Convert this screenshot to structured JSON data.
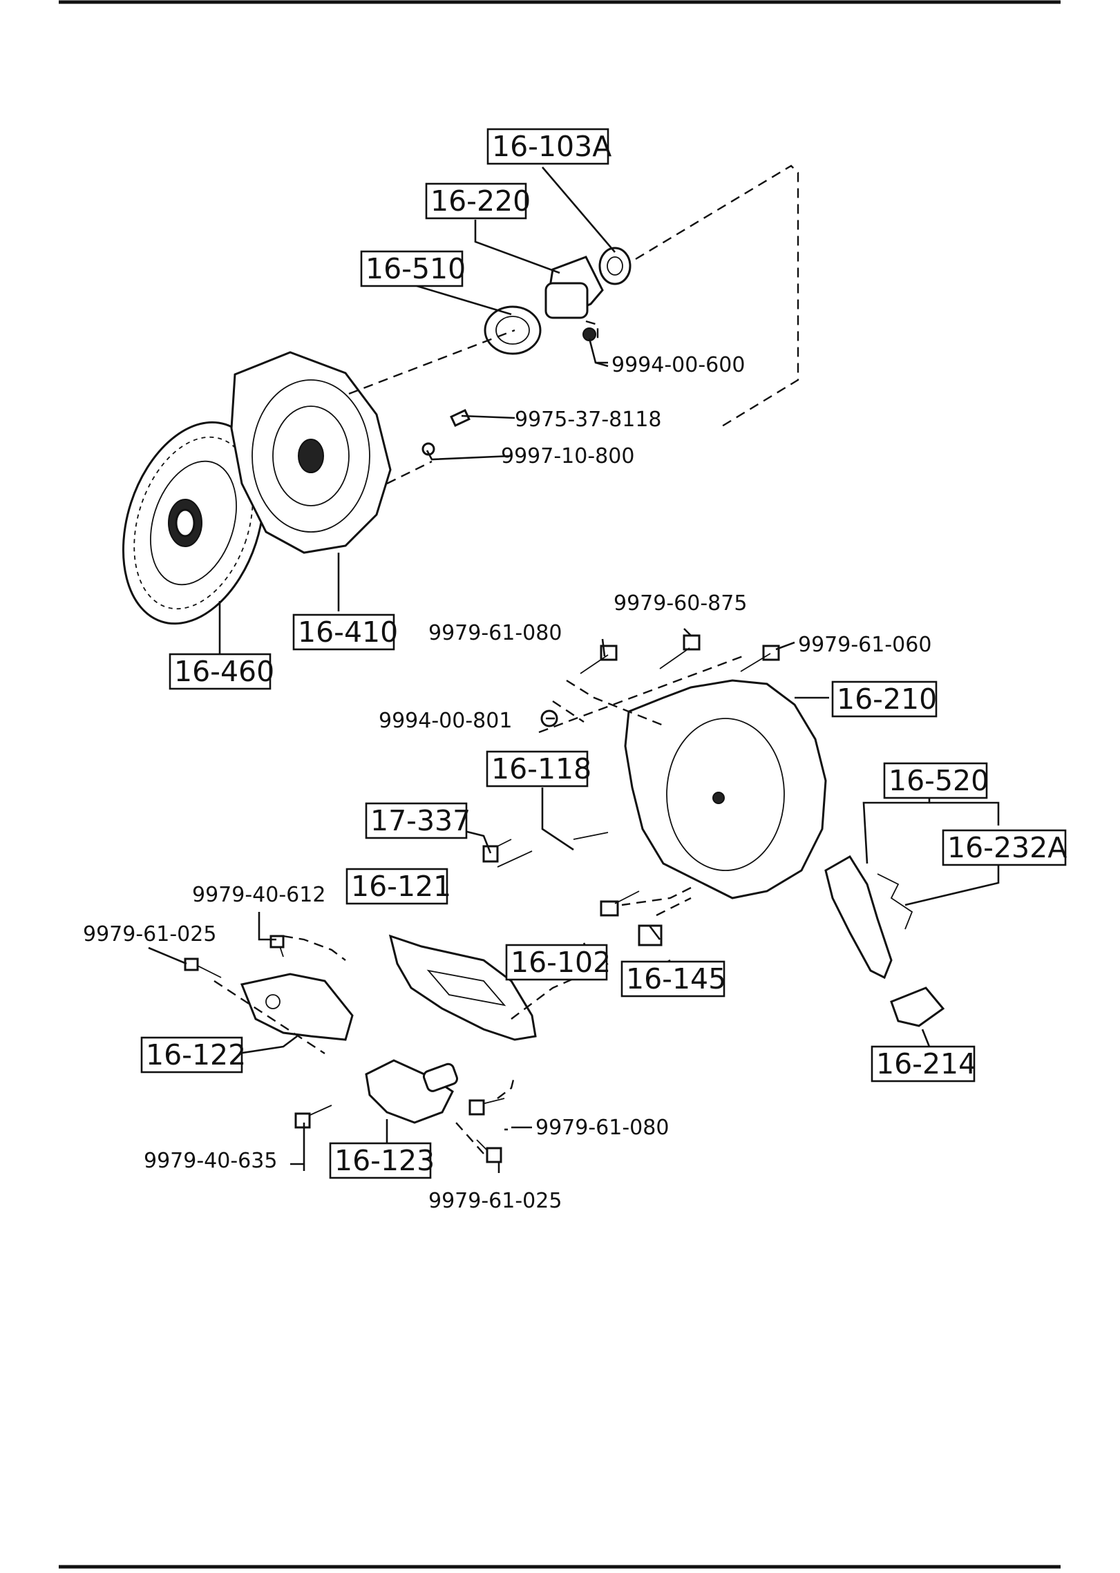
{
  "callouts": {
    "clutch_release_collar_seal": "16-103A",
    "release_guide_sleeve": "16-220",
    "release_bearing": "16-510",
    "clutch_cover": "16-410",
    "clutch_disc": "16-460",
    "clutch_housing": "16-210",
    "clutch_release_fork_assembly": "16-520",
    "release_fork_spring": "16-232A",
    "fork_pivot_boot": "16-214",
    "housing_stud": "16-118",
    "housing_bolt": "17-337",
    "fork_pivot_pin": "16-102",
    "release_fork_clip": "16-145",
    "clutch_housing_cover": "16-121",
    "housing_bracket": "16-122",
    "lower_bracket": "16-123"
  },
  "fastener_numbers": {
    "guide_sleeve_nut": "9994-00-600",
    "cover_bolt": "9975-37-8118",
    "cover_washer": "9997-10-800",
    "housing_top_bolt_center": "9979-60-875",
    "housing_top_bolt_left": "9979-61-080",
    "housing_top_bolt_right": "9979-61-060",
    "housing_nut": "9994-00-801",
    "bracket_upper_bolt": "9979-40-612",
    "bracket_left_bolt": "9979-61-025",
    "cover_lower_bolt": "9979-61-080",
    "lower_bracket_bolt_left": "9979-40-635",
    "lower_bracket_bolt_bottom": "9979-61-025"
  }
}
